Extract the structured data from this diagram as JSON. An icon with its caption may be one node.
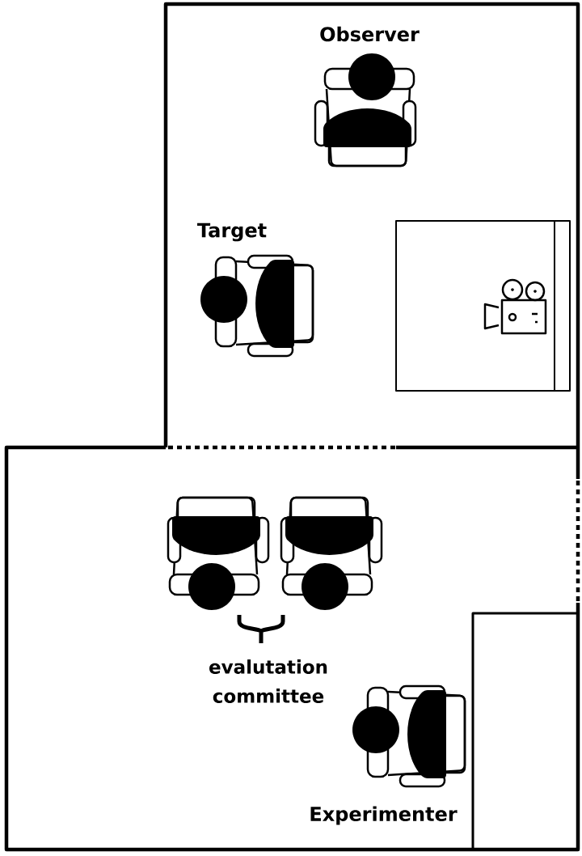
{
  "diagram": {
    "labels": [
      "Observer",
      "Target",
      "evalutation committee",
      "Experimenter"
    ]
  }
}
